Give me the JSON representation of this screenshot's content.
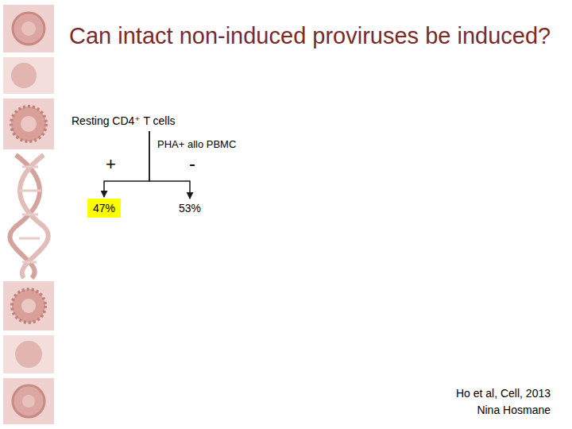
{
  "diagram": {
    "title": "Can intact non-induced proviruses be induced?",
    "nodes": [
      {
        "text": [
          "Resting CD4⁺ T cells"
        ]
      },
      {
        "text": [
          "47%"
        ]
      },
      {
        "text": [
          "53%"
        ]
      }
    ],
    "edges": [
      {
        "from": 0,
        "to": 1,
        "label": "+",
        "arrow": "to"
      },
      {
        "from": 0,
        "to": 2,
        "label": "-",
        "arrow": "to"
      }
    ],
    "labels": [
      "PHA+ allo PBMC",
      "Ho et al, Cell, 2013",
      "Nina Hosmane"
    ]
  }
}
